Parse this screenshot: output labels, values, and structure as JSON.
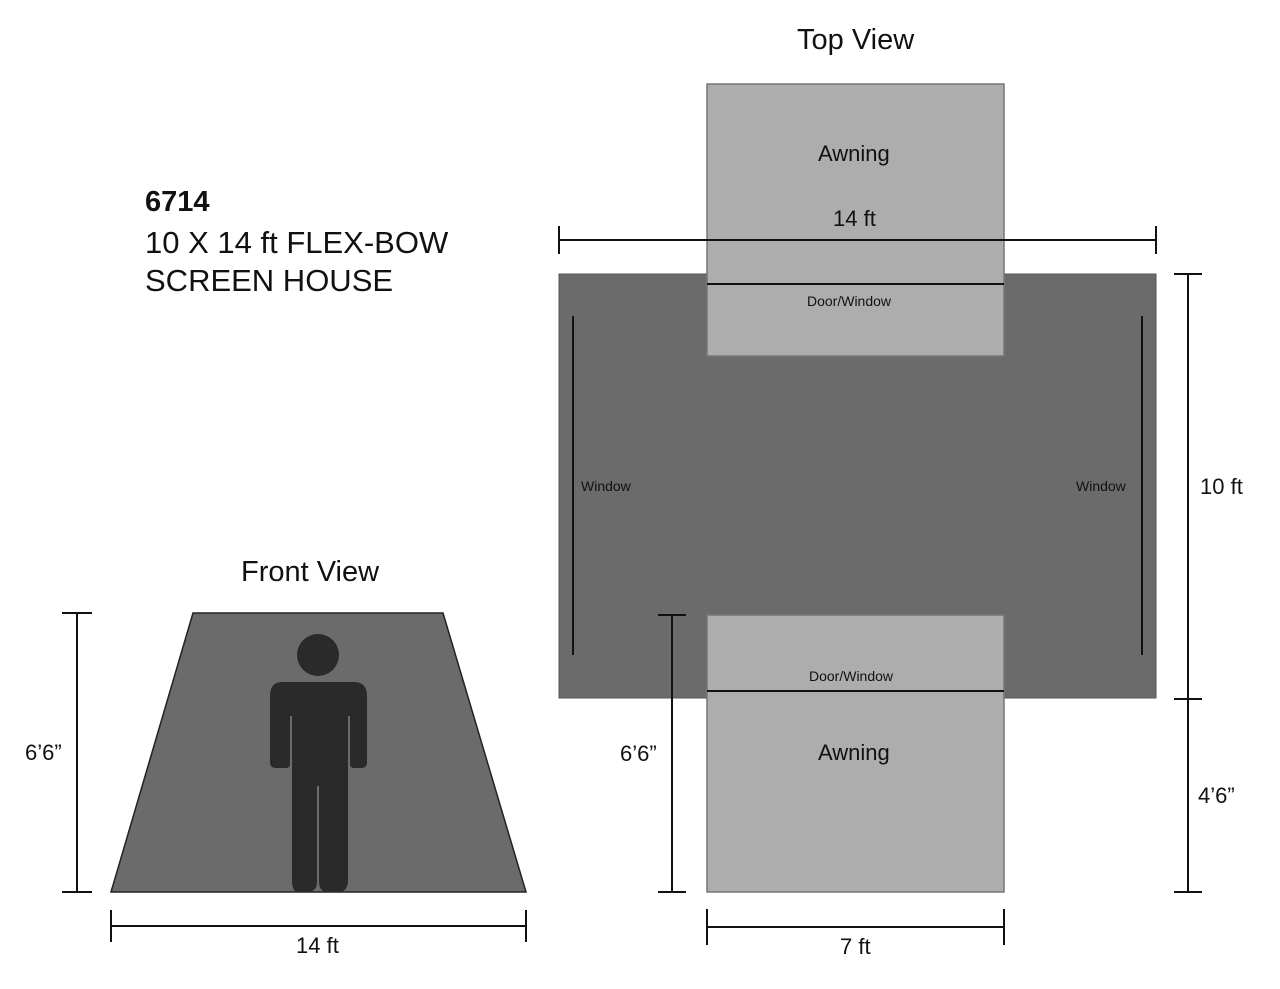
{
  "product": {
    "model_number": "6714",
    "line1": "10 X 14 ft FLEX-BOW",
    "line2": "SCREEN HOUSE"
  },
  "top_view": {
    "title": "Top View",
    "width_label": "14 ft",
    "depth_label": "10 ft",
    "awning_top_label": "Awning",
    "awning_bottom_label": "Awning",
    "door_top_label": "Door/Window",
    "door_bottom_label": "Door/Window",
    "window_left_label": "Window",
    "window_right_label": "Window",
    "awning_width_label": "7 ft",
    "awning_depth_label": "4’6”",
    "door_height_label": "6’6”"
  },
  "front_view": {
    "title": "Front View",
    "height_label": "6’6”",
    "width_label": "14 ft"
  },
  "colors": {
    "body": "#6b6b6b",
    "awning": "#adadad",
    "figure": "#2a2a2a",
    "line": "#111111"
  }
}
